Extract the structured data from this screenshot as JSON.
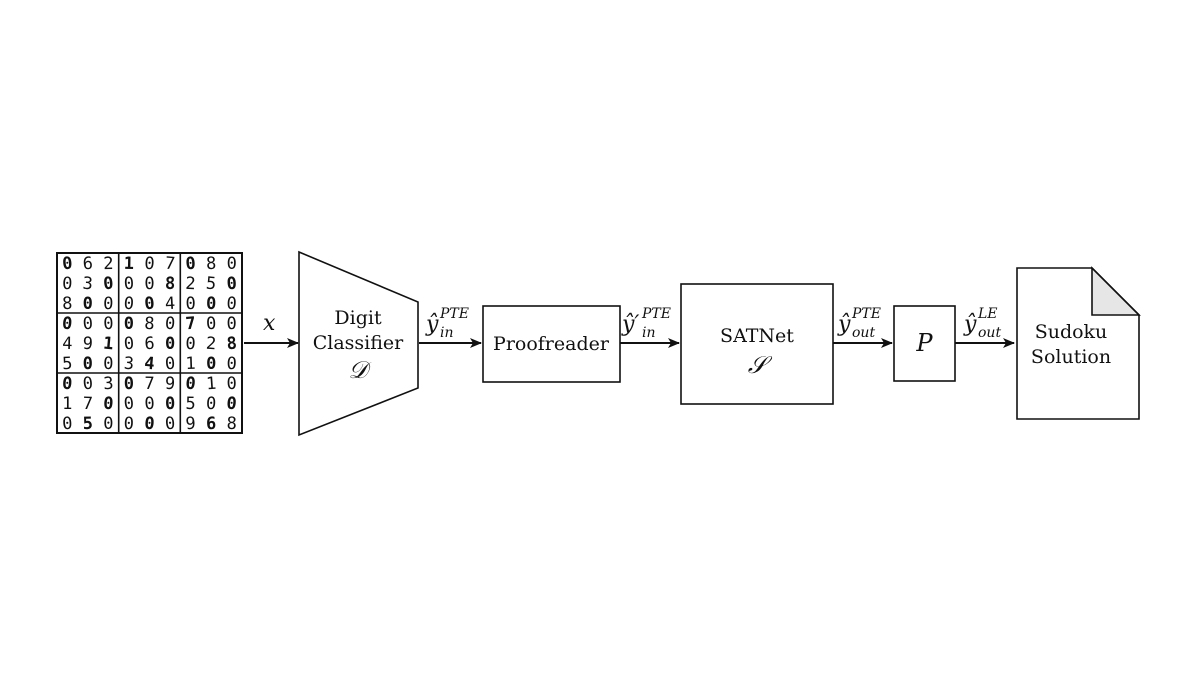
{
  "diagram": {
    "grid": {
      "rows": [
        [
          "0",
          "6",
          "2",
          "1",
          "0",
          "7",
          "0",
          "8",
          "0"
        ],
        [
          "0",
          "3",
          "0",
          "0",
          "0",
          "8",
          "2",
          "5",
          "0"
        ],
        [
          "8",
          "0",
          "0",
          "0",
          "0",
          "4",
          "0",
          "0",
          "0"
        ],
        [
          "0",
          "0",
          "0",
          "0",
          "8",
          "0",
          "7",
          "0",
          "0"
        ],
        [
          "4",
          "9",
          "1",
          "0",
          "6",
          "0",
          "0",
          "2",
          "8"
        ],
        [
          "5",
          "0",
          "0",
          "3",
          "4",
          "0",
          "1",
          "0",
          "0"
        ],
        [
          "0",
          "0",
          "3",
          "0",
          "7",
          "9",
          "0",
          "1",
          "0"
        ],
        [
          "1",
          "7",
          "0",
          "0",
          "0",
          "0",
          "5",
          "0",
          "0"
        ],
        [
          "0",
          "5",
          "0",
          "0",
          "0",
          "0",
          "9",
          "6",
          "8"
        ]
      ]
    },
    "input_label": "x",
    "digit_classifier": {
      "line1": "Digit",
      "line2": "Classifier",
      "symbol": "𝒟"
    },
    "arrow1": {
      "base": "ŷ",
      "sub": "in",
      "sup": "PTE"
    },
    "proofreader": {
      "label": "Proofreader"
    },
    "arrow2": {
      "base": "ŷ′",
      "sub": "in",
      "sup": "PTE"
    },
    "satnet": {
      "label": "SATNet",
      "symbol": "𝒮"
    },
    "arrow3": {
      "base": "ŷ",
      "sub": "out",
      "sup": "PTE"
    },
    "p_box": {
      "label": "P"
    },
    "arrow4": {
      "base": "ŷ",
      "sub": "out",
      "sup": "LE"
    },
    "solution": {
      "line1": "Sudoku",
      "line2": "Solution"
    }
  }
}
